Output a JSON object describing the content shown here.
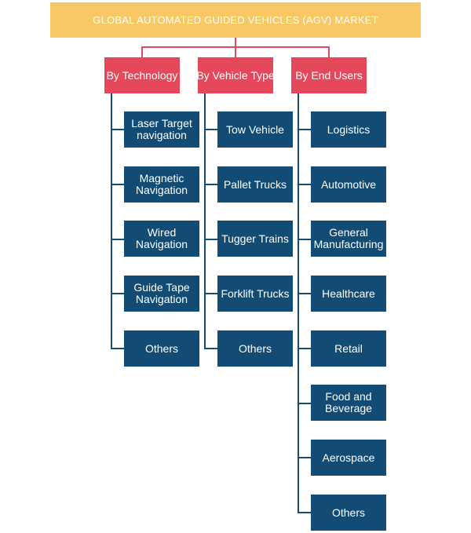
{
  "root": {
    "label": "GLOBAL AUTOMATED GUIDED VEHICLES (AGV) MARKET"
  },
  "categories": [
    {
      "label": "By Technology",
      "items": [
        "Laser Target navigation",
        "Magnetic Navigation",
        "Wired Navigation",
        "Guide Tape Navigation",
        "Others"
      ]
    },
    {
      "label": "By Vehicle Type",
      "items": [
        "Tow Vehicle",
        "Pallet Trucks",
        "Tugger Trains",
        "Forklift Trucks",
        "Others"
      ]
    },
    {
      "label": "By End Users",
      "items": [
        "Logistics",
        "Automotive",
        "General Manufacturing",
        "Healthcare",
        "Retail",
        "Food and Beverage",
        "Aerospace",
        "Others"
      ]
    }
  ],
  "colors": {
    "root": "#f7c863",
    "category": "#e5475b",
    "leaf": "#124c74"
  }
}
